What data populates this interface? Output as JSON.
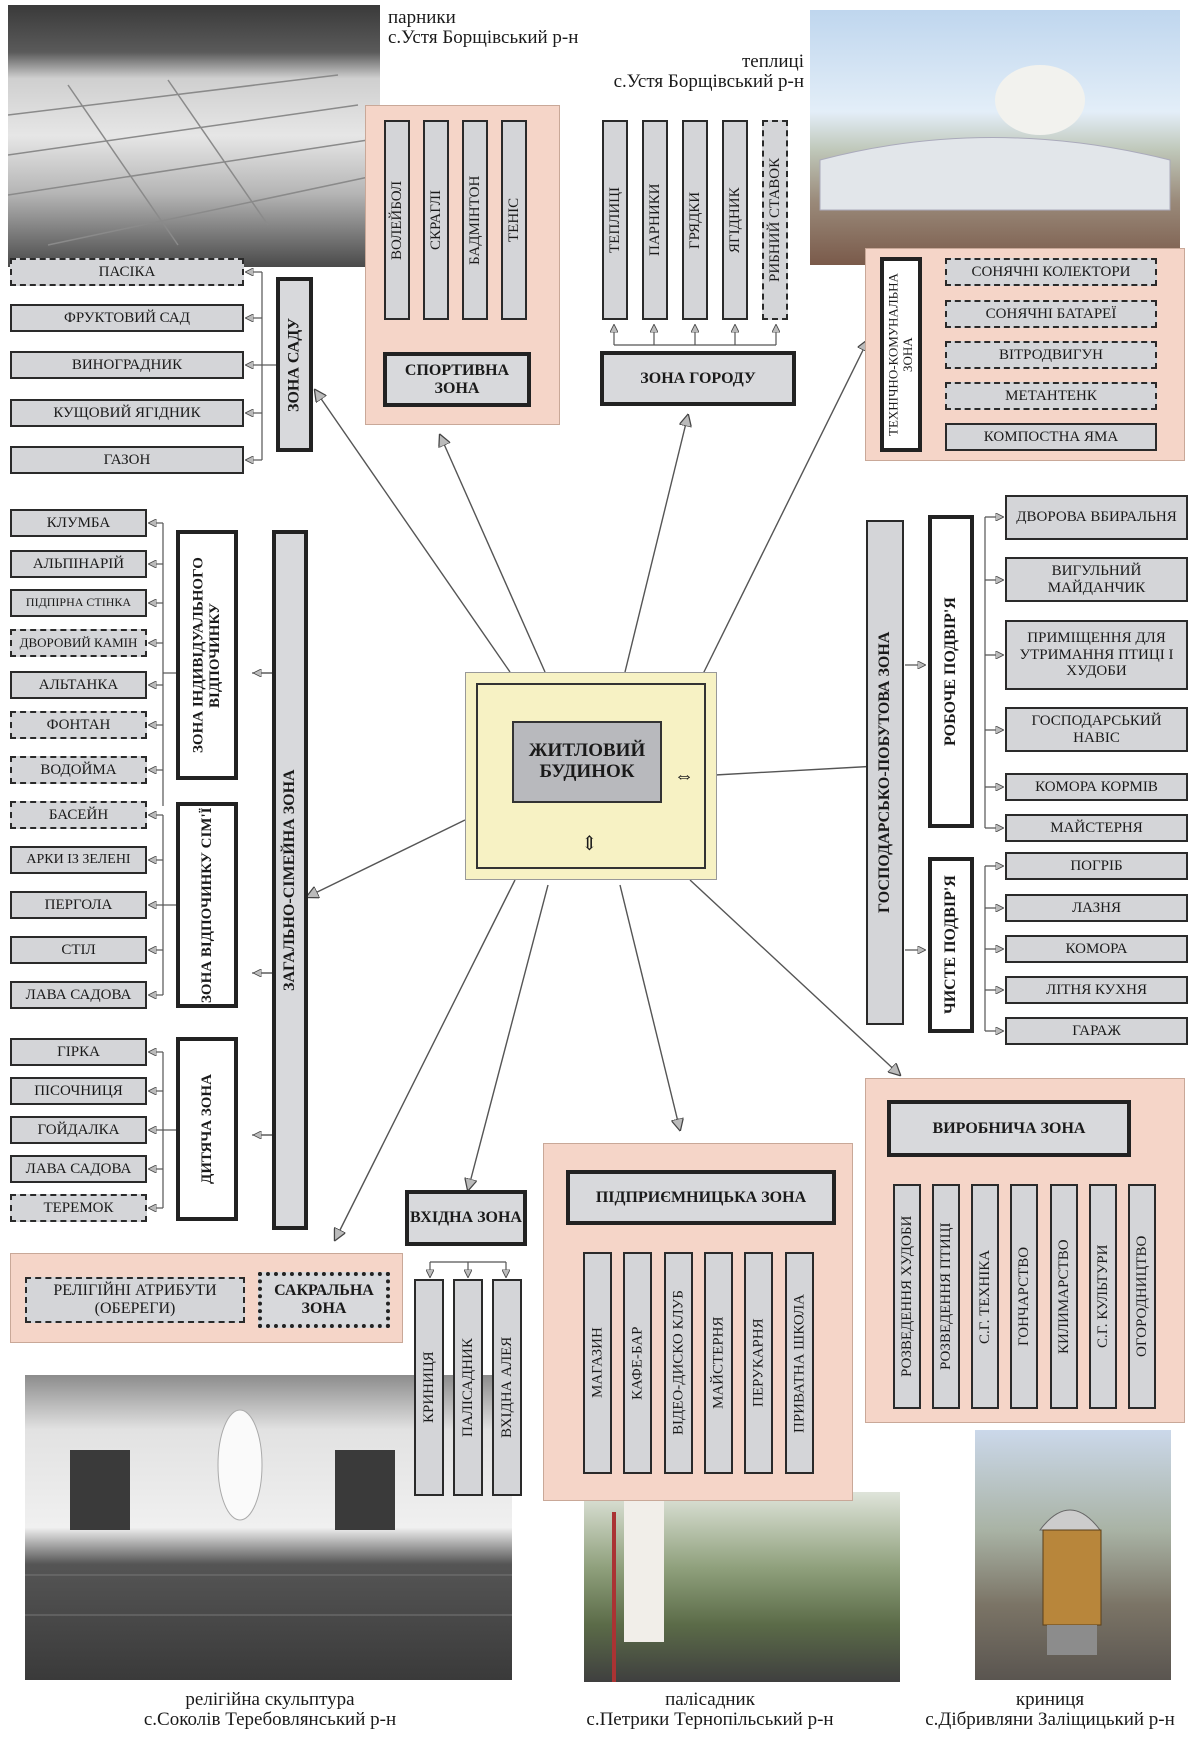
{
  "center": {
    "label": "ЖИТЛОВИЙ БУДИНОК"
  },
  "photos": {
    "parnyky": {
      "title": "парники",
      "place": "с.Устя Борщівський р-н"
    },
    "teplytsi": {
      "title": "теплиці",
      "place": "с.Устя Борщівський р-н"
    },
    "sculpture": {
      "title": "релігійна скульптура",
      "place": "с.Соколів Теребовлянський р-н"
    },
    "palisadnyk": {
      "title": "палісадник",
      "place": "с.Петрики Тернопільський р-н"
    },
    "krynytsia": {
      "title": "криниця",
      "place": "с.Дібривляни Заліщицький р-н"
    }
  },
  "zones": {
    "sport": {
      "title": "СПОРТИВНА ЗОНА",
      "items": [
        "ВОЛЕЙБОЛ",
        "СКРАГЛІ",
        "БАДМІНТОН",
        "ТЕНІС"
      ]
    },
    "horod": {
      "title": "ЗОНА ГОРОДУ",
      "items": [
        "ТЕПЛИЦІ",
        "ПАРНИКИ",
        "ГРЯДКИ",
        "ЯГІДНИК",
        "РИБНИЙ СТАВОК"
      ]
    },
    "tech": {
      "title": "ТЕХНІЧНО-КОМУНАЛЬНА ЗОНА",
      "items": [
        "СОНЯЧНІ КОЛЕКТОРИ",
        "СОНЯЧНІ БАТАРЕЇ",
        "ВІТРОДВИГУН",
        "МЕТАНТЕНК",
        "КОМПОСТНА ЯМА"
      ]
    },
    "sad": {
      "title": "ЗОНА САДУ",
      "items": [
        "ПАСІКА",
        "ФРУКТОВИЙ САД",
        "ВИНОГРАДНИК",
        "КУЩОВИЙ ЯГІДНИК",
        "ГАЗОН"
      ]
    },
    "family": {
      "title": "ЗАГАЛЬНО-СІМЕЙНА ЗОНА",
      "individual": {
        "title": "ЗОНА ІНДИВІДУАЛЬНОГО ВІДПОЧИНКУ",
        "items": [
          "КЛУМБА",
          "АЛЬПІНАРІЙ",
          "ПІДПІРНА СТІНКА",
          "ДВОРОВИЙ КАМІН",
          "АЛЬТАНКА",
          "ФОНТАН",
          "ВОДОЙМА"
        ]
      },
      "rest": {
        "title": "ЗОНА ВІДПОЧИНКУ СІМ'Ї",
        "items": [
          "БАСЕЙН",
          "АРКИ ІЗ ЗЕЛЕНІ",
          "ПЕРГОЛА",
          "СТІЛ",
          "ЛАВА САДОВА"
        ]
      },
      "kids": {
        "title": "ДИТЯЧА ЗОНА",
        "items": [
          "ГІРКА",
          "ПІСОЧНИЦЯ",
          "ГОЙДАЛКА",
          "ЛАВА САДОВА",
          "ТЕРЕМОК"
        ]
      }
    },
    "household": {
      "title": "ГОСПОДАРСЬКО-ПОБУТОВА ЗОНА",
      "work": {
        "title": "РОБОЧЕ ПОДВІР'Я",
        "items": [
          "ДВОРОВА ВБИРАЛЬНЯ",
          "ВИГУЛЬНИЙ МАЙДАНЧИК",
          "ПРИМІЩЕННЯ ДЛЯ УТРИМАННЯ ПТИЦІ І ХУДОБИ",
          "ГОСПОДАРСЬКИЙ НАВІС",
          "КОМОРА КОРМІВ",
          "МАЙСТЕРНЯ"
        ]
      },
      "clean": {
        "title": "ЧИСТЕ ПОДВІР'Я",
        "items": [
          "ПОГРІБ",
          "ЛАЗНЯ",
          "КОМОРА",
          "ЛІТНЯ КУХНЯ",
          "ГАРАЖ"
        ]
      }
    },
    "sacral": {
      "title": "САКРАЛЬНА ЗОНА",
      "items": [
        "РЕЛІГІЙНІ АТРИБУТИ (ОБЕРЕГИ)"
      ]
    },
    "entry": {
      "title": "ВХІДНА ЗОНА",
      "items": [
        "КРИНИЦЯ",
        "ПАЛІСАДНИК",
        "ВХІДНА АЛЕЯ"
      ]
    },
    "business": {
      "title": "ПІДПРИЄМНИЦЬКА ЗОНА",
      "items": [
        "МАГАЗИН",
        "КАФЕ-БАР",
        "ВІДЕО-ДИСКО КЛУБ",
        "МАЙСТЕРНЯ",
        "ПЕРУКАРНЯ",
        "ПРИВАТНА ШКОЛА"
      ]
    },
    "production": {
      "title": "ВИРОБНИЧА ЗОНА",
      "items": [
        "РОЗВЕДЕННЯ ХУДОБИ",
        "РОЗВЕДЕННЯ ПТИЦІ",
        "С.Г. ТЕХНІКА",
        "ГОНЧАРСТВО",
        "КИЛИМАРСТВО",
        "С.Г. КУЛЬТУРИ",
        "ОГОРОДНИЦТВО"
      ]
    }
  },
  "colors": {
    "zone_bg": "#f5d5c8",
    "box_fill": "#d4d5d8",
    "center_bg": "#f7f2c4"
  }
}
